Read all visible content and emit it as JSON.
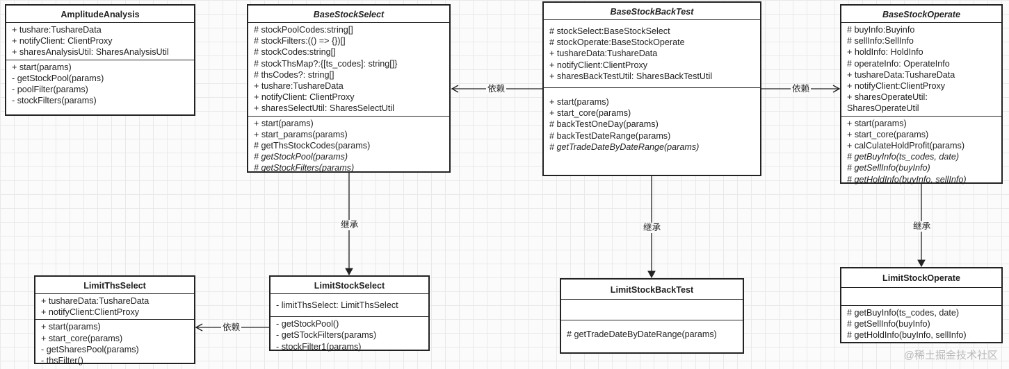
{
  "relations": {
    "depends": "依赖",
    "inherits": "继承"
  },
  "watermark": "@稀土掘金技术社区",
  "classes": {
    "amplitude": {
      "name": "AmplitudeAnalysis",
      "attributes": [
        "+ tushare:TushareData",
        "+ notifyClient: ClientProxy",
        "+ sharesAnalysisUtil: SharesAnalysisUtil"
      ],
      "methods": [
        "+ start(params)",
        "- getStockPool(params)",
        "- poolFilter(params)",
        "- stockFilters(params)"
      ]
    },
    "baseSelect": {
      "name": "BaseStockSelect",
      "attributes": [
        "# stockPoolCodes:string[]",
        "# stockFilters:(() => {})[]",
        "# stockCodes:string[]",
        "# stockThsMap?:{[ts_codes]: string[]}",
        "# thsCodes?: string[]",
        "+ tushare:TushareData",
        "+ notifyClient: ClientProxy",
        "+ sharesSelectUtil: SharesSelectUtil"
      ],
      "methods": [
        "+ start(params)",
        "+ start_params(params)",
        "# getThsStockCodes(params)",
        "# getStockPool(params)",
        "# getStockFilters(params)"
      ]
    },
    "baseBackTest": {
      "name": "BaseStockBackTest",
      "attributes": [
        "# stockSelect:BaseStockSelect",
        "# stockOperate:BaseStockOperate",
        "+ tushareData:TushareData",
        "+ notifyClient:ClientProxy",
        "+ sharesBackTestUtil: SharesBackTestUtil"
      ],
      "methods": [
        "+ start(params)",
        "+ start_core(params)",
        "# backTestOneDay(params)",
        "# backTestDateRange(params)",
        "# getTradeDateByDateRange(params)"
      ]
    },
    "baseOperate": {
      "name": "BaseStockOperate",
      "attributes": [
        "# buyInfo:Buyinfo",
        "# sellInfo:SellInfo",
        "+ holdInfo: HoldInfo",
        "# operateInfo: OperateInfo",
        "+ tushareData:TushareData",
        "+ notifyClient:ClientProxy",
        "+ sharesOperateUtil: SharesOperateUtil"
      ],
      "methods": [
        "+ start(params)",
        "+ start_core(params)",
        "+ calCulateHoldProfit(params)",
        "# getBuyInfo(ts_codes, date)",
        "# getSellInfo(buyInfo)",
        "# getHoldInfo(buyInfo, sellInfo)"
      ]
    },
    "limitThs": {
      "name": "LimitThsSelect",
      "attributes": [
        "+ tushareData:TushareData",
        "+ notifyClient:ClientProxy"
      ],
      "methods": [
        "+ start(params)",
        "+ start_core(params)",
        "- getSharesPool(params)",
        "- thsFilter()"
      ]
    },
    "limitSelect": {
      "name": "LimitStockSelect",
      "attributes": [
        "- limitThsSelect: LimitThsSelect"
      ],
      "methods": [
        "- getStockPool()",
        "- getSTockFilters(params)",
        "- stockFilter1(params)"
      ]
    },
    "limitBackTest": {
      "name": "LimitStockBackTest",
      "attributes": [],
      "methods": [
        "# getTradeDateByDateRange(params)"
      ]
    },
    "limitOperate": {
      "name": "LimitStockOperate",
      "attributes": [],
      "methods": [
        "# getBuyInfo(ts_codes, date)",
        "# getSellInfo(buyInfo)",
        "# getHoldInfo(buyInfo, sellInfo)"
      ]
    }
  }
}
